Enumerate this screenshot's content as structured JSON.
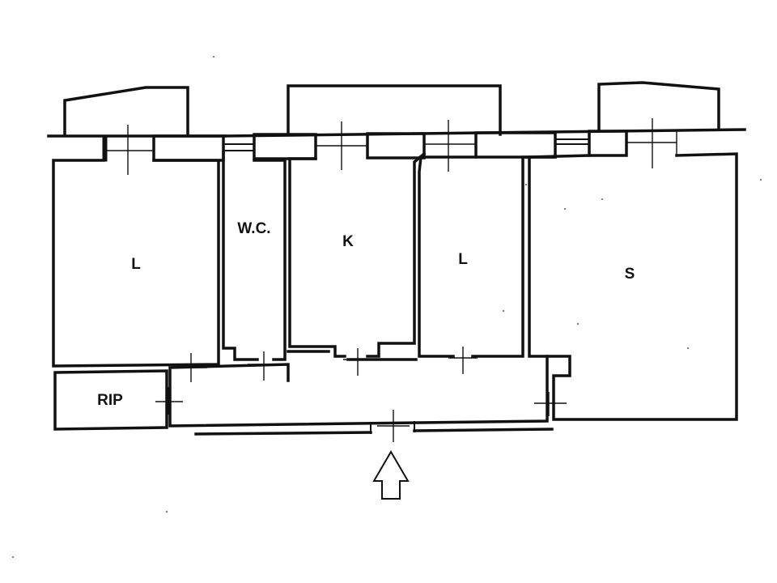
{
  "rooms": {
    "living_left": "L",
    "wc": "W.C.",
    "kitchen": "K",
    "living_middle": "L",
    "salon": "S",
    "storage": "RIP"
  }
}
